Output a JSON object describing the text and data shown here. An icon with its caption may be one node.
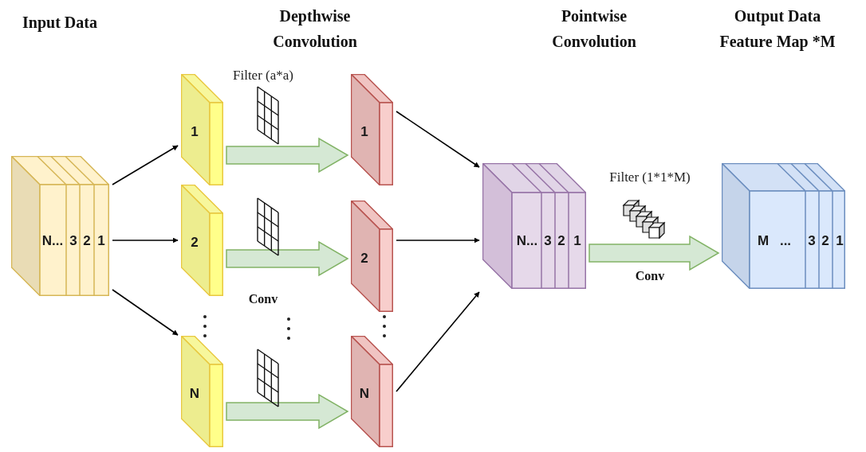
{
  "diagram": {
    "nodes": [
      {
        "text": [
          "N...",
          "3",
          "2",
          "1"
        ]
      },
      {
        "text": [
          "1"
        ]
      },
      {
        "text": [
          "2"
        ]
      },
      {
        "text": [
          "N"
        ]
      },
      {
        "text": [
          "1"
        ]
      },
      {
        "text": [
          "2"
        ]
      },
      {
        "text": [
          "N"
        ]
      },
      {
        "text": [
          "N...",
          "3",
          "2",
          "1"
        ]
      },
      {
        "text": [
          "M",
          "...",
          "3",
          "2",
          "1"
        ]
      }
    ],
    "edges": [
      {
        "from": 0,
        "to": 1,
        "arrow": "to"
      },
      {
        "from": 0,
        "to": 2,
        "arrow": "to"
      },
      {
        "from": 0,
        "to": 3,
        "arrow": "to"
      },
      {
        "from": 1,
        "to": 4,
        "arrow": "to",
        "style": "thick",
        "color": "#82b366"
      },
      {
        "from": 2,
        "to": 5,
        "arrow": "to",
        "style": "thick",
        "color": "#82b366",
        "label": "Conv"
      },
      {
        "from": 3,
        "to": 6,
        "arrow": "to",
        "style": "thick",
        "color": "#82b366"
      },
      {
        "from": 4,
        "to": 7,
        "arrow": "to"
      },
      {
        "from": 5,
        "to": 7,
        "arrow": "to"
      },
      {
        "from": 6,
        "to": 7,
        "arrow": "to"
      },
      {
        "from": 7,
        "to": 8,
        "arrow": "to",
        "style": "thick",
        "color": "#82b366",
        "label": "Conv"
      }
    ],
    "labels": [
      "Input Data",
      "Depthwise Convolution",
      "Pointwise Convolution",
      "Output Data Feature Map *M",
      "Filter (a*a)",
      "Filter (1*1*M)"
    ]
  }
}
